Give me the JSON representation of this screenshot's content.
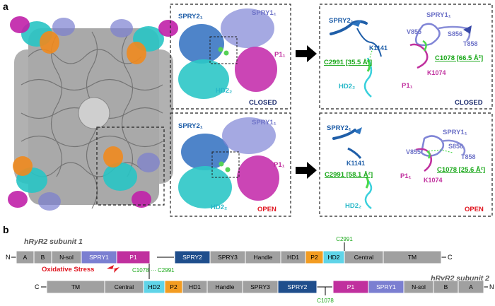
{
  "panel_a": {
    "letter": "a",
    "closed_struct": {
      "spry2": "SPRY2₁",
      "spry1": "SPRY1₁",
      "p1": "P1₁",
      "hd2": "HD2₂",
      "state": "CLOSED"
    },
    "open_struct": {
      "spry2": "SPRY2₁",
      "spry1": "SPRY1₁",
      "p1": "P1₁",
      "hd2": "HD2₂",
      "state": "OPEN"
    },
    "closed_zoom": {
      "spry2": "SPRY2₁",
      "spry1": "SPRY1₁",
      "v855": "V855",
      "s856": "S856",
      "t858": "T858",
      "k1141": "K1141",
      "c2991": "C2991 [35.5 Å²]",
      "c1078": "C1078 [66.5 Å²]",
      "k1074": "K1074",
      "p1": "P1₁",
      "hd2": "HD2₂",
      "state": "CLOSED"
    },
    "open_zoom": {
      "spry2": "SPRY2₁",
      "spry1": "SPRY1₁",
      "v855": "V855",
      "s856": "S856",
      "t858": "T858",
      "k1141": "K1141",
      "c2991": "C2991 [58.1 Å²]",
      "c1078": "C1078 [25.6 Å²]",
      "k1074": "K1074",
      "p1": "P1₁",
      "hd2": "HD2₂",
      "state": "OPEN"
    }
  },
  "panel_b": {
    "letter": "b",
    "subunit1_title": "hRyR2 subunit 1",
    "subunit2_title": "hRyR2 subunit 2",
    "n_label": "N",
    "c_label": "C",
    "n_label2": "N",
    "c_label2": "C",
    "c2991_top": "C2991",
    "c1078_bottom": "C1078",
    "crosslink": "C1078 ··· C2991",
    "oxidative": "Oxidative Stress",
    "subunit1_domains": [
      "A",
      "B",
      "N-sol",
      "SPRY1",
      "P1",
      "SPRY2",
      "SPRY3",
      "Handle",
      "HD1",
      "P2",
      "HD2",
      "Central",
      "TM"
    ],
    "subunit2_domains": [
      "TM",
      "Central",
      "HD2",
      "P2",
      "HD1",
      "Handle",
      "SPRY3",
      "SPRY2",
      "P1",
      "SPRY1",
      "N-sol",
      "B",
      "A"
    ]
  },
  "colors": {
    "spry2": "#1f4e8c",
    "spry1": "#7b7fd1",
    "p1": "#c0309e",
    "hd2": "#5fd4e8",
    "p2": "#f39c21",
    "gray": "#a0a0a0",
    "green": "#1aa81a",
    "closed": "#1a2a6c",
    "open": "#e0141e"
  }
}
